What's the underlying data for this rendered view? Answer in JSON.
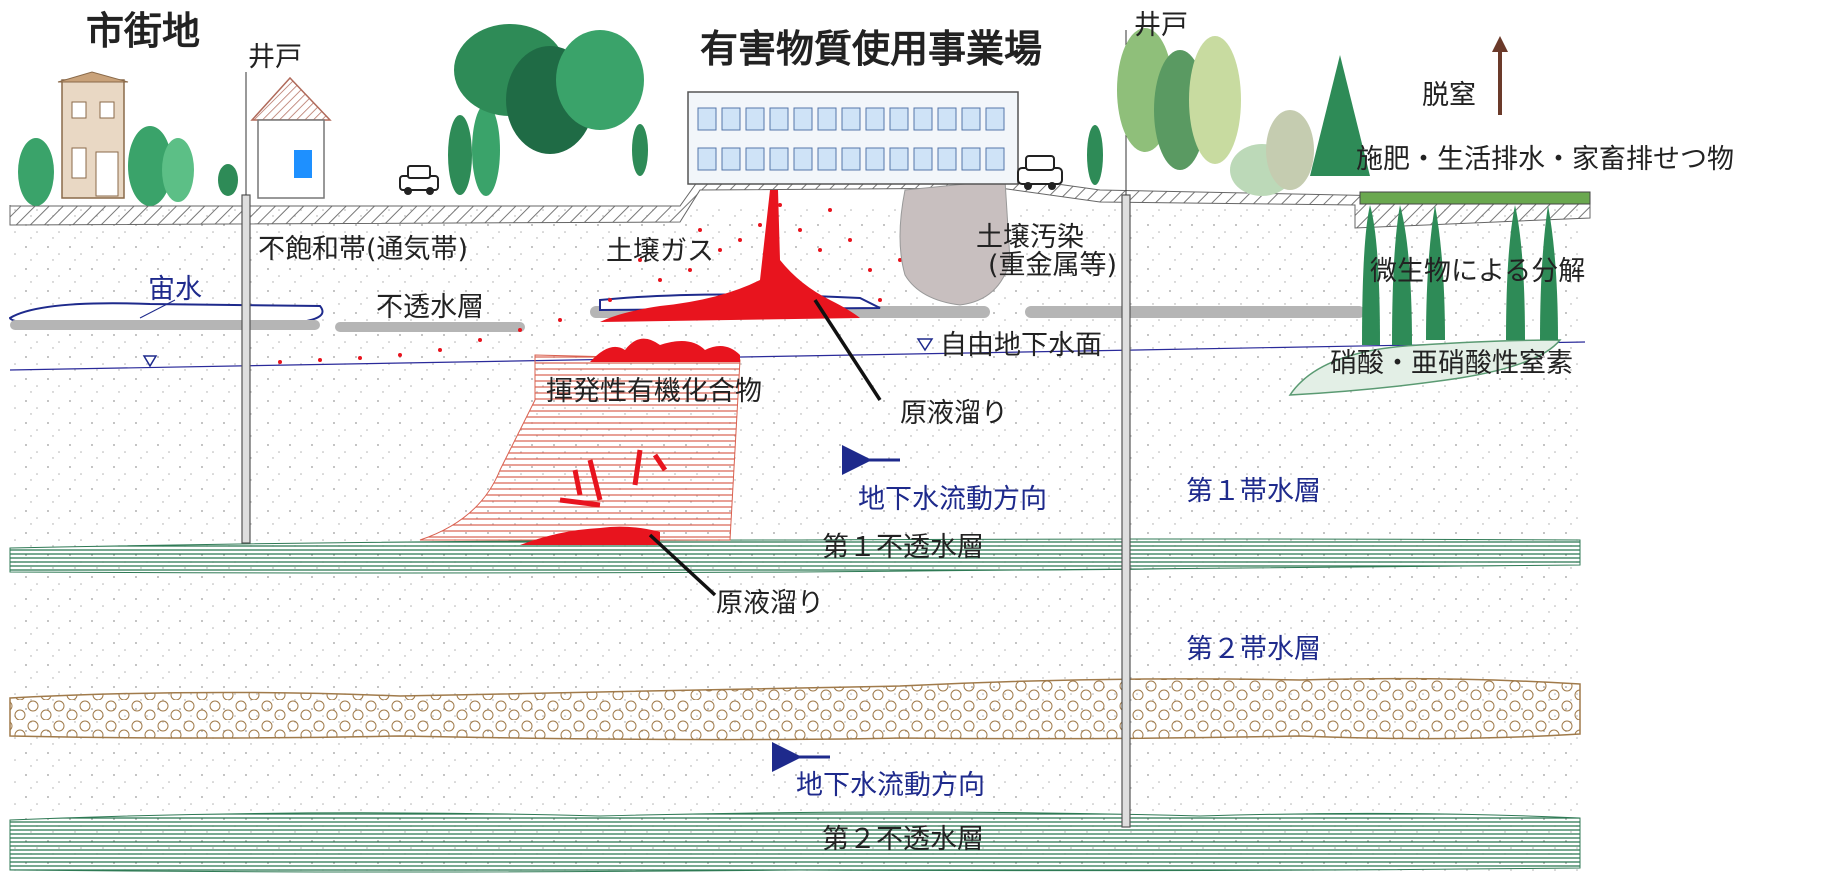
{
  "title": "有害物質使用事業場",
  "labels": {
    "town": "市街地",
    "well_left": "井戸",
    "well_right": "井戸",
    "denitrification": "脱窒",
    "fertilizer": "施肥・生活排水・家畜排せつ物",
    "unsaturated": "不飽和帯(通気帯)",
    "soil_gas": "土壌ガス",
    "soil_contamination": "土壌汚染",
    "heavy_metals": "(重金属等)",
    "perched_water": "宙水",
    "impermeable_local": "不透水層",
    "microbial": "微生物による分解",
    "water_table": "自由地下水面",
    "nitrate": "硝酸・亜硝酸性窒素",
    "voc": "揮発性有機化合物",
    "dnapl_upper": "原液溜り",
    "flow_upper": "地下水流動方向",
    "aquifer1": "第１帯水層",
    "aquitard1": "第１不透水層",
    "dnapl_lower": "原液溜り",
    "aquifer2": "第２帯水層",
    "flow_lower": "地下水流動方向",
    "aquitard2": "第２不透水層"
  },
  "colors": {
    "contaminant": "#e8141e",
    "tree": "#2e8b57",
    "aquitard": "#2f7a55",
    "flow_arrow": "#1e2a8c",
    "gravel": "#a07a4a",
    "denitrification_arrow": "#6b3a2a"
  }
}
